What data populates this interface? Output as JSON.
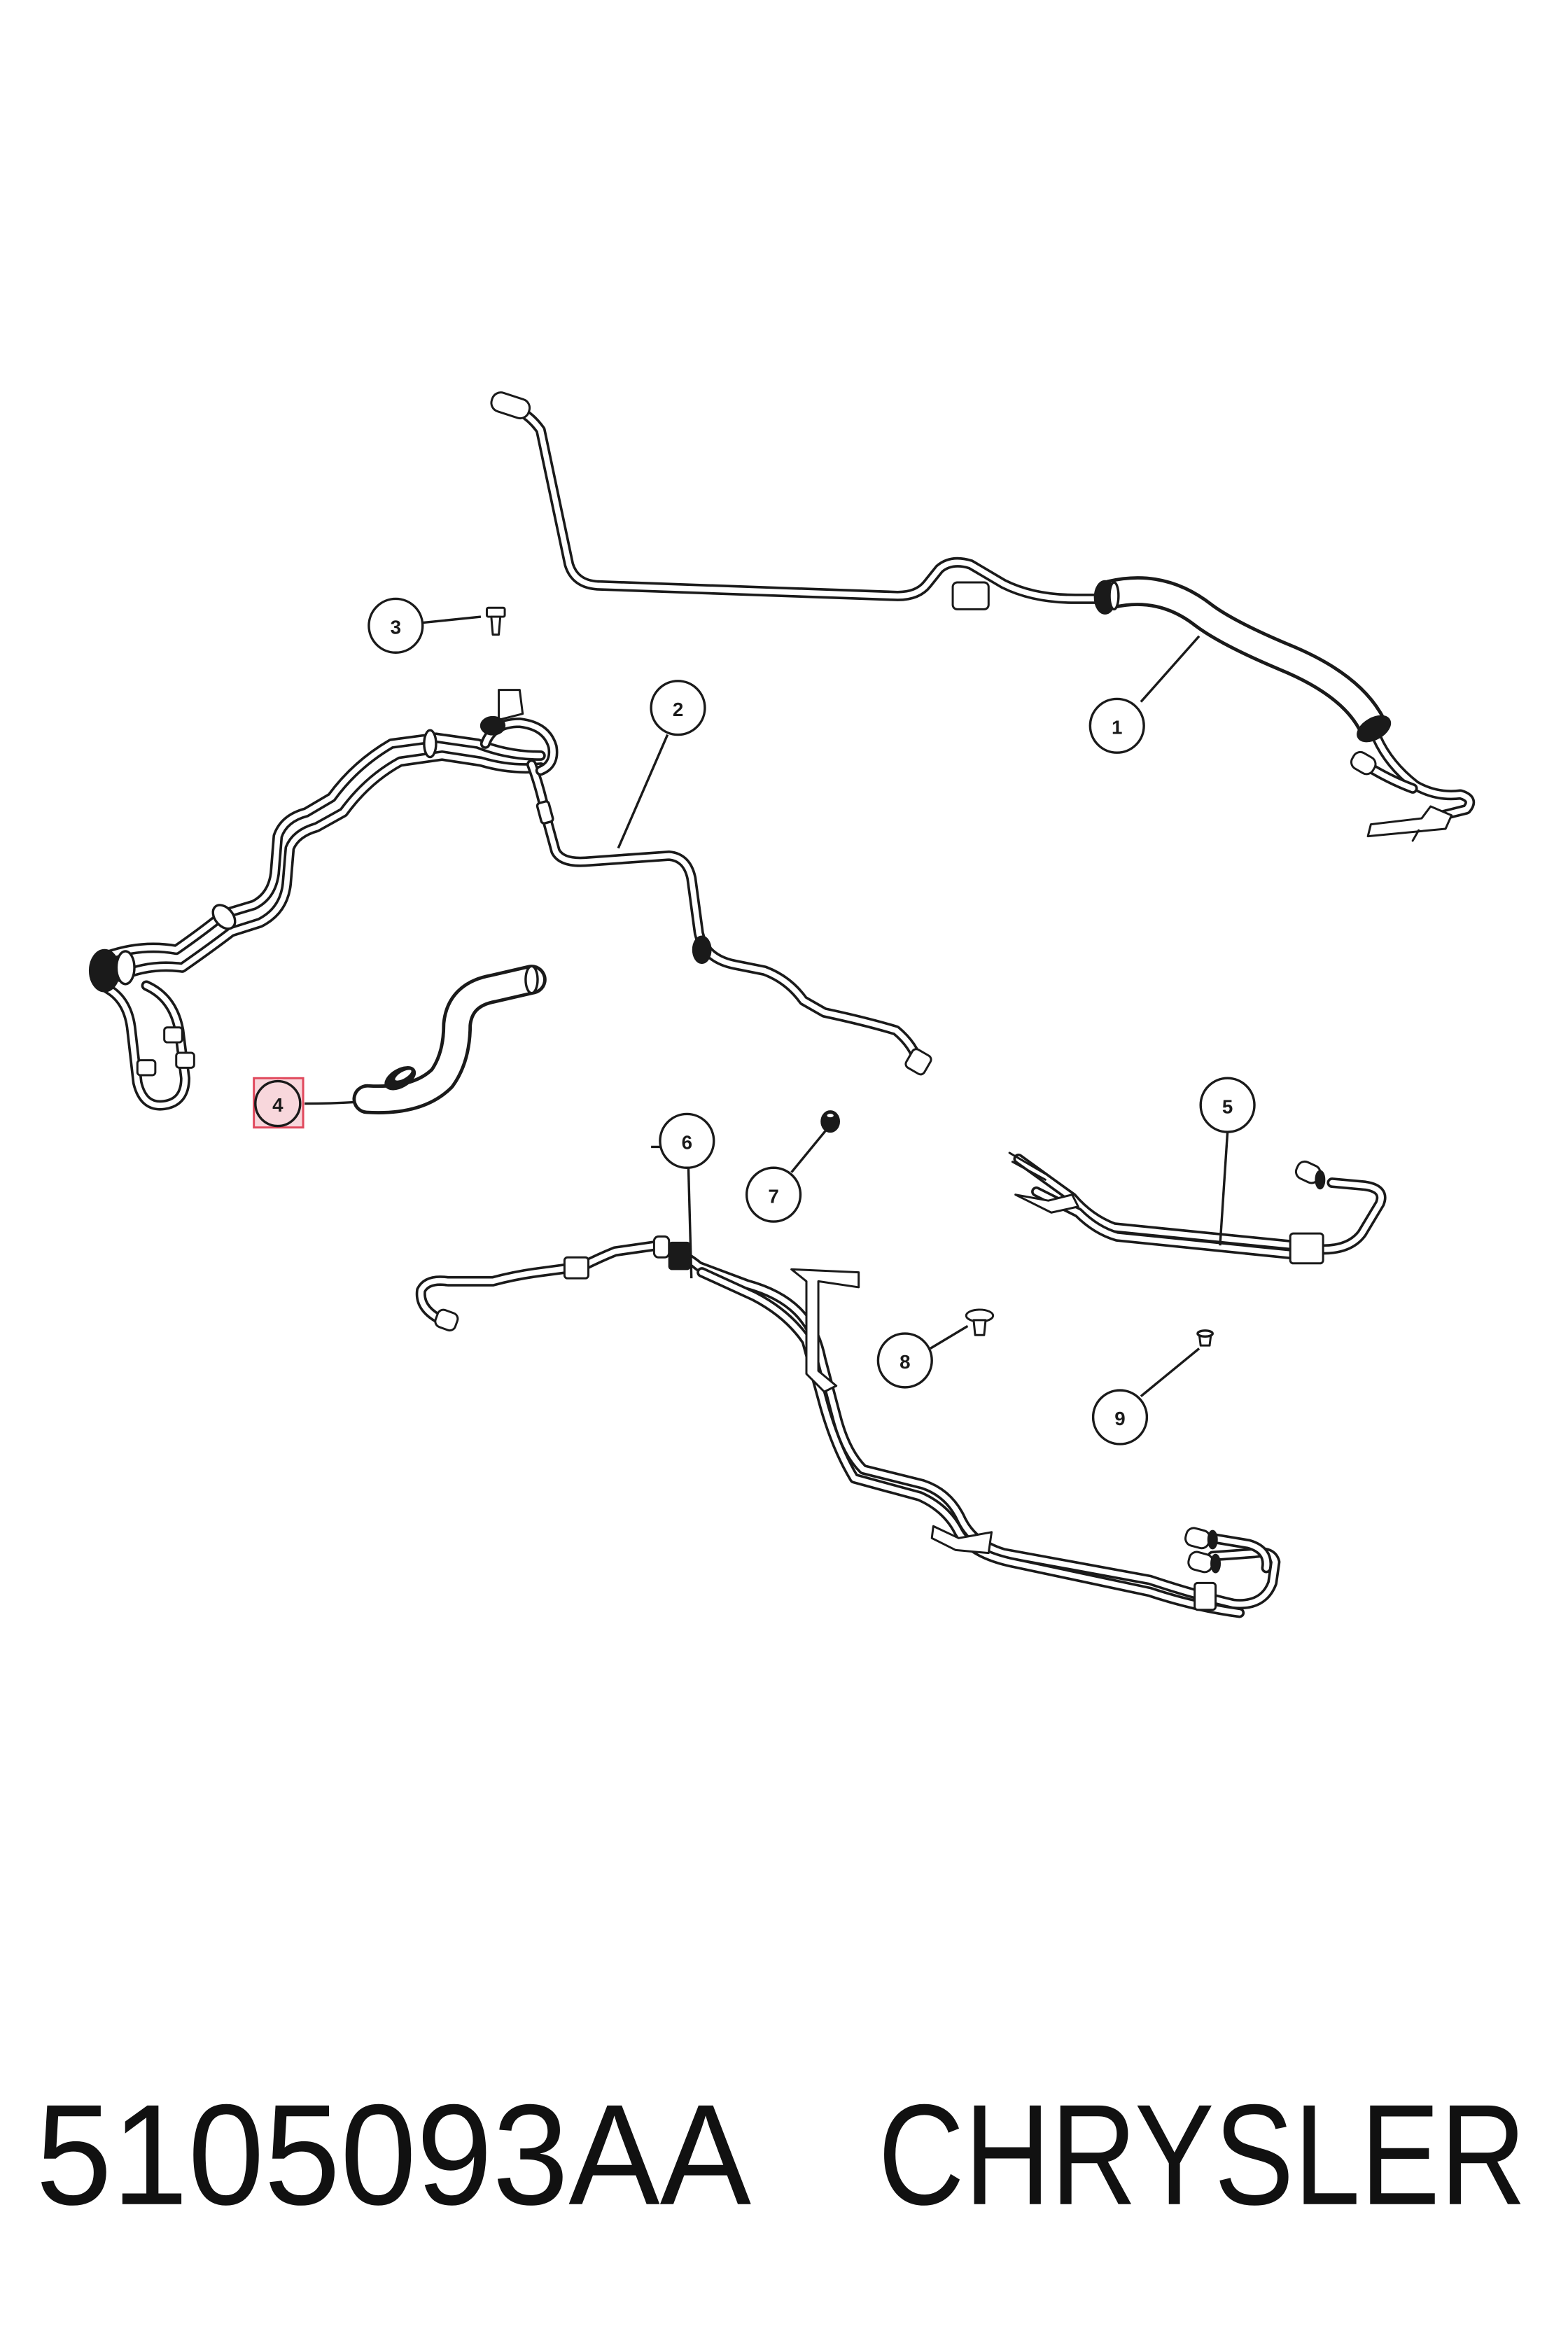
{
  "callouts": [
    {
      "label": "1"
    },
    {
      "label": "2"
    },
    {
      "label": "3"
    },
    {
      "label": "4"
    },
    {
      "label": "5"
    },
    {
      "label": "6"
    },
    {
      "label": "7"
    },
    {
      "label": "8"
    },
    {
      "label": "9"
    }
  ],
  "selected_callout": "4",
  "footer": {
    "part_number": "5105093AA",
    "brand": "CHRYSLER"
  },
  "colors": {
    "line": "#1a1a1a",
    "highlight_fill": "#f8d7dc",
    "highlight_stroke": "#e0485c"
  }
}
